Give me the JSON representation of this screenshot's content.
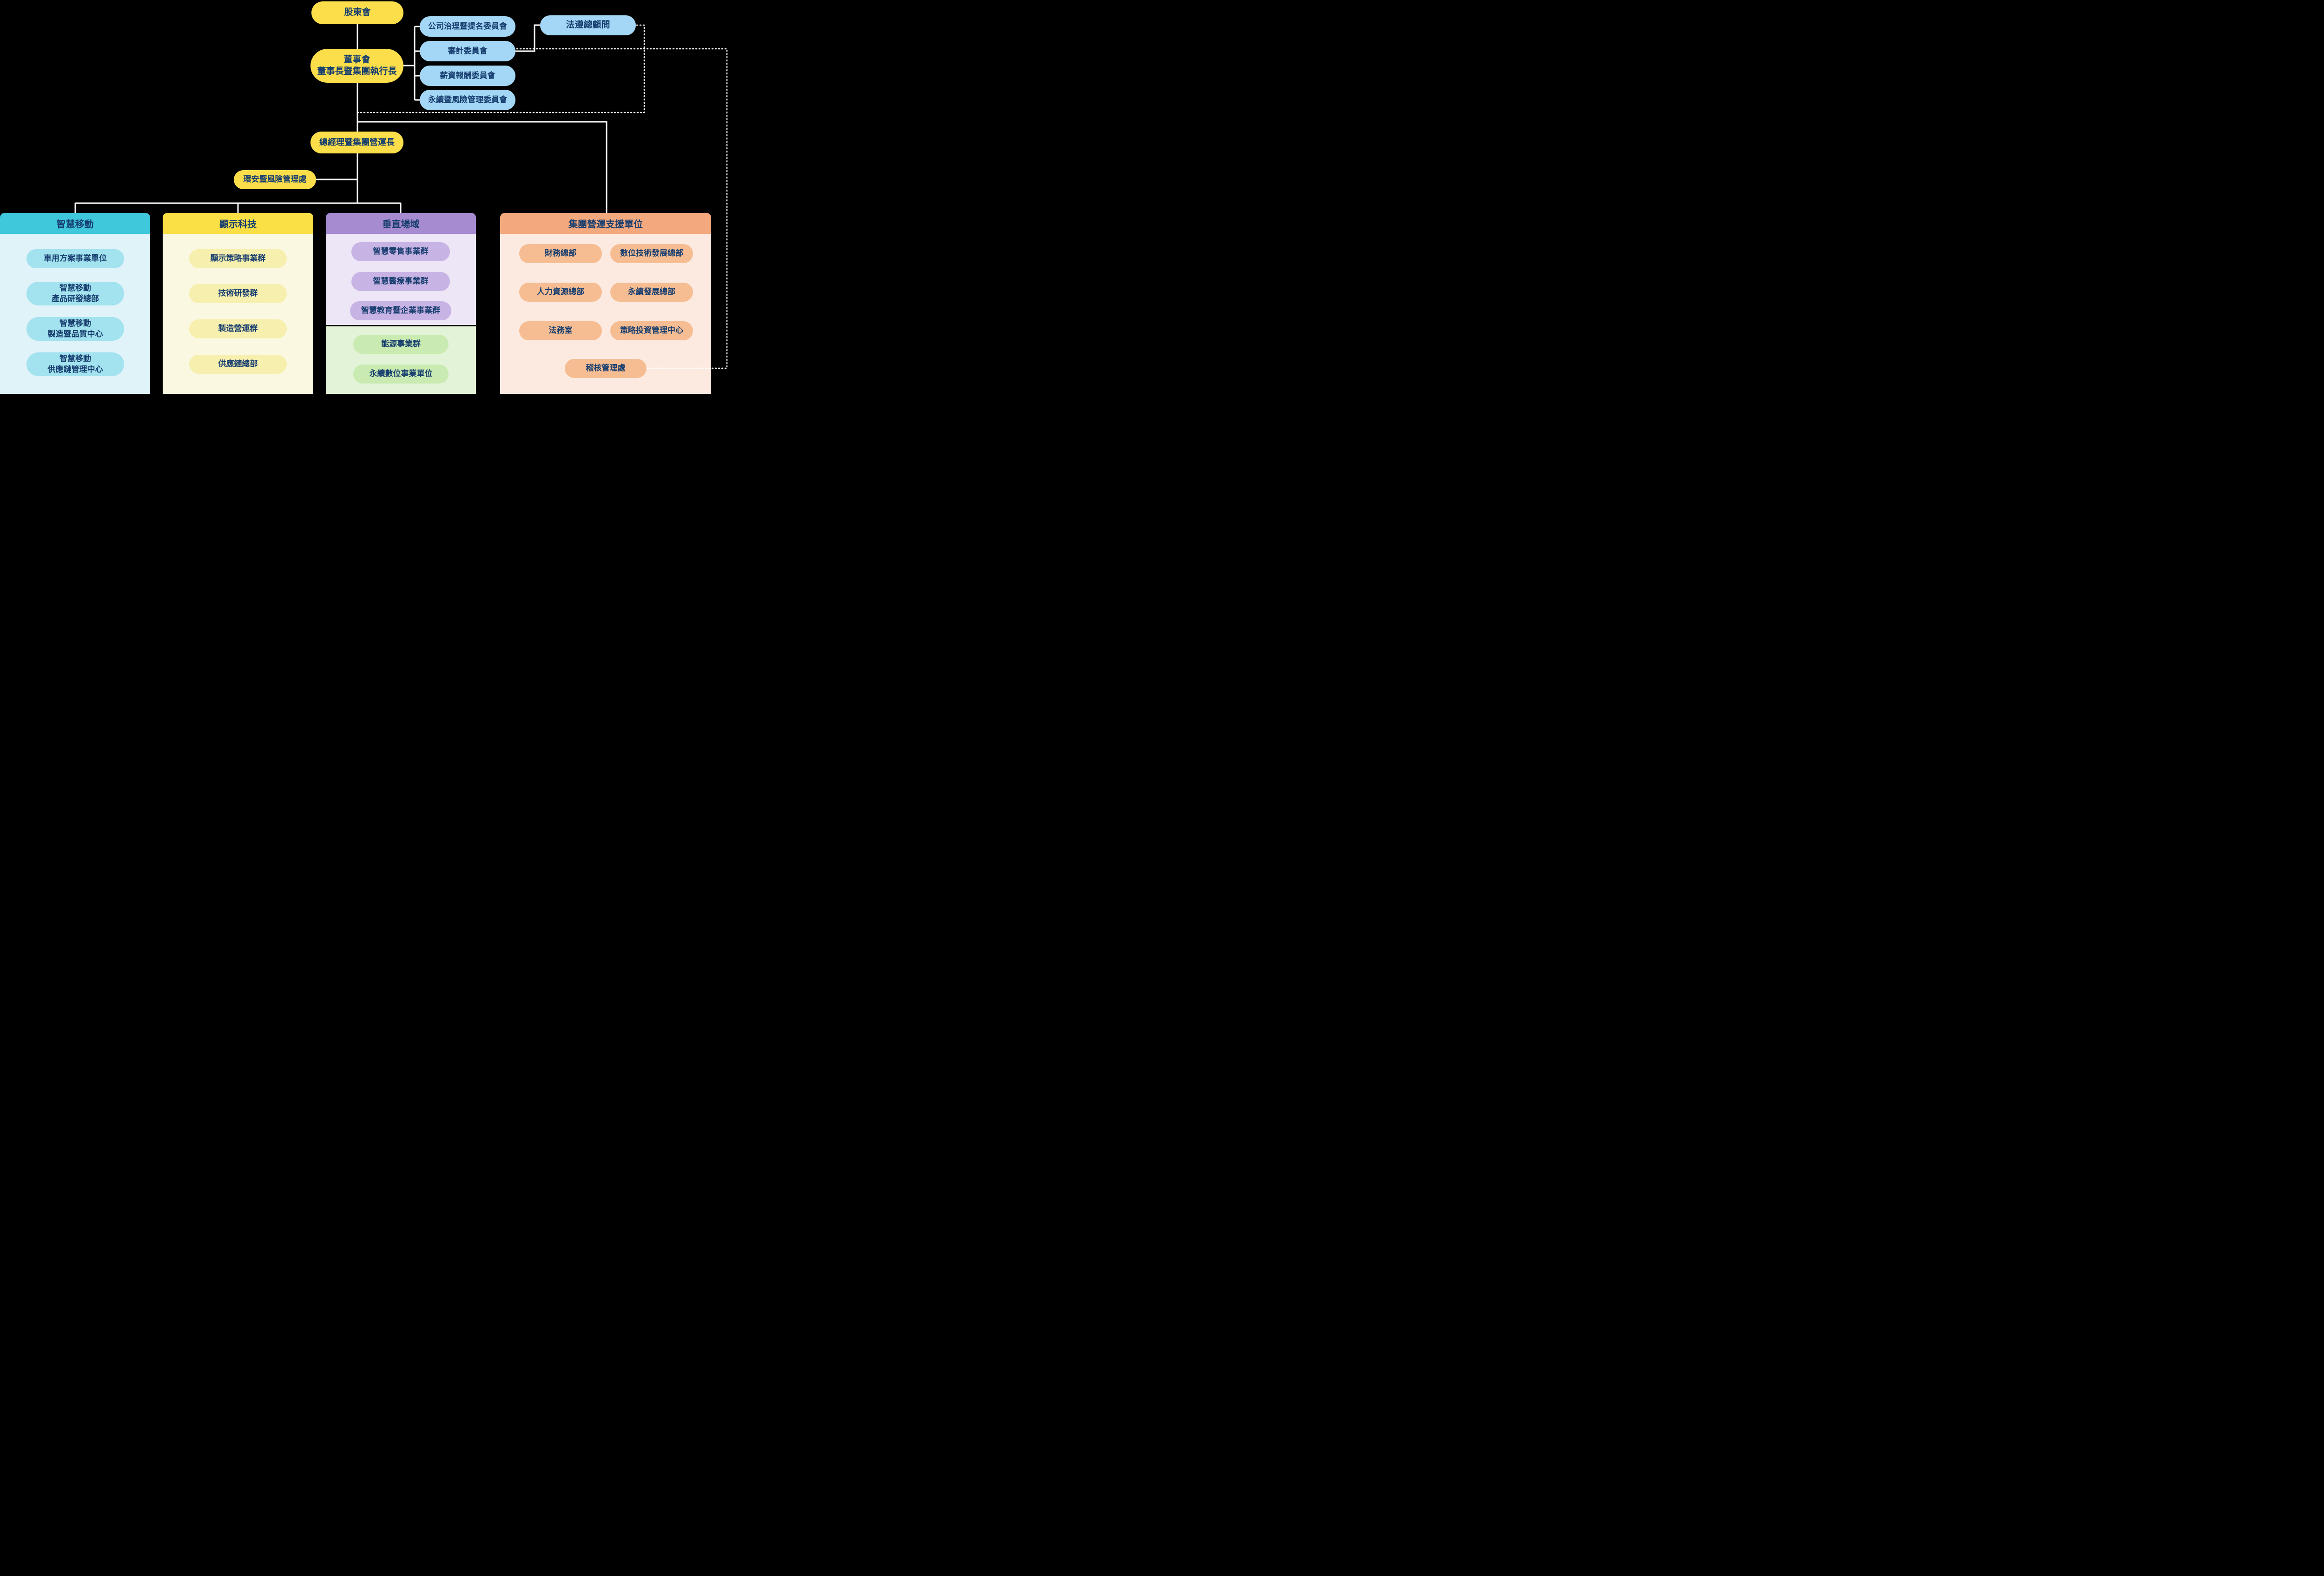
{
  "nodes": {
    "shareholders": "股東會",
    "board": "董事會\n董事長暨集團執行長",
    "committees": [
      "公司治理暨提名委員會",
      "審計委員會",
      "薪資報酬委員會",
      "永續暨風險管理委員會"
    ],
    "compliance_advisor": "法遵總顧問",
    "president": "總經理暨集團營運長",
    "esh_risk_office": "環安暨風險管理處"
  },
  "divisions": [
    {
      "title": "智慧移動",
      "items": [
        "車用方案事業單位",
        "智慧移動\n產品研發總部",
        "智慧移動\n製造暨品質中心",
        "智慧移動\n供應鏈管理中心"
      ]
    },
    {
      "title": "顯示科技",
      "items": [
        "顯示策略事業群",
        "技術研發群",
        "製造營運群",
        "供應鏈總部"
      ]
    },
    {
      "title": "垂直場域",
      "items": [
        "智慧零售事業群",
        "智慧醫療事業群",
        "智慧教育暨企業事業群"
      ],
      "sub_items": [
        "能源事業群",
        "永續數位事業單位"
      ]
    },
    {
      "title": "集團營運支援單位",
      "items": [
        "財務總部",
        "數位技術發展總部",
        "人力資源總部",
        "永續發展總部",
        "法務室",
        "策略投資管理中心"
      ],
      "bottom_item": "稽核管理處"
    }
  ],
  "colors": {
    "navy_text": "#173E6F",
    "line": "#FFFFFF",
    "node_yellow": "#FBDE4A",
    "node_blue": "#A4D7F6",
    "mobility_header": "#3FC8DC",
    "mobility_body": "#DFF3F8",
    "mobility_item": "#A3E2EF",
    "display_header": "#FADF45",
    "display_body": "#FBF8E1",
    "display_item": "#F7EFAE",
    "vertical_header": "#A78BD1",
    "vertical_body": "#ECE6F6",
    "vertical_item": "#C8B3E5",
    "green_body": "#E3F3D7",
    "green_item": "#C9EBB1",
    "support_header": "#F4A87D",
    "support_body": "#FCEAE1",
    "support_item": "#F6BD92"
  }
}
